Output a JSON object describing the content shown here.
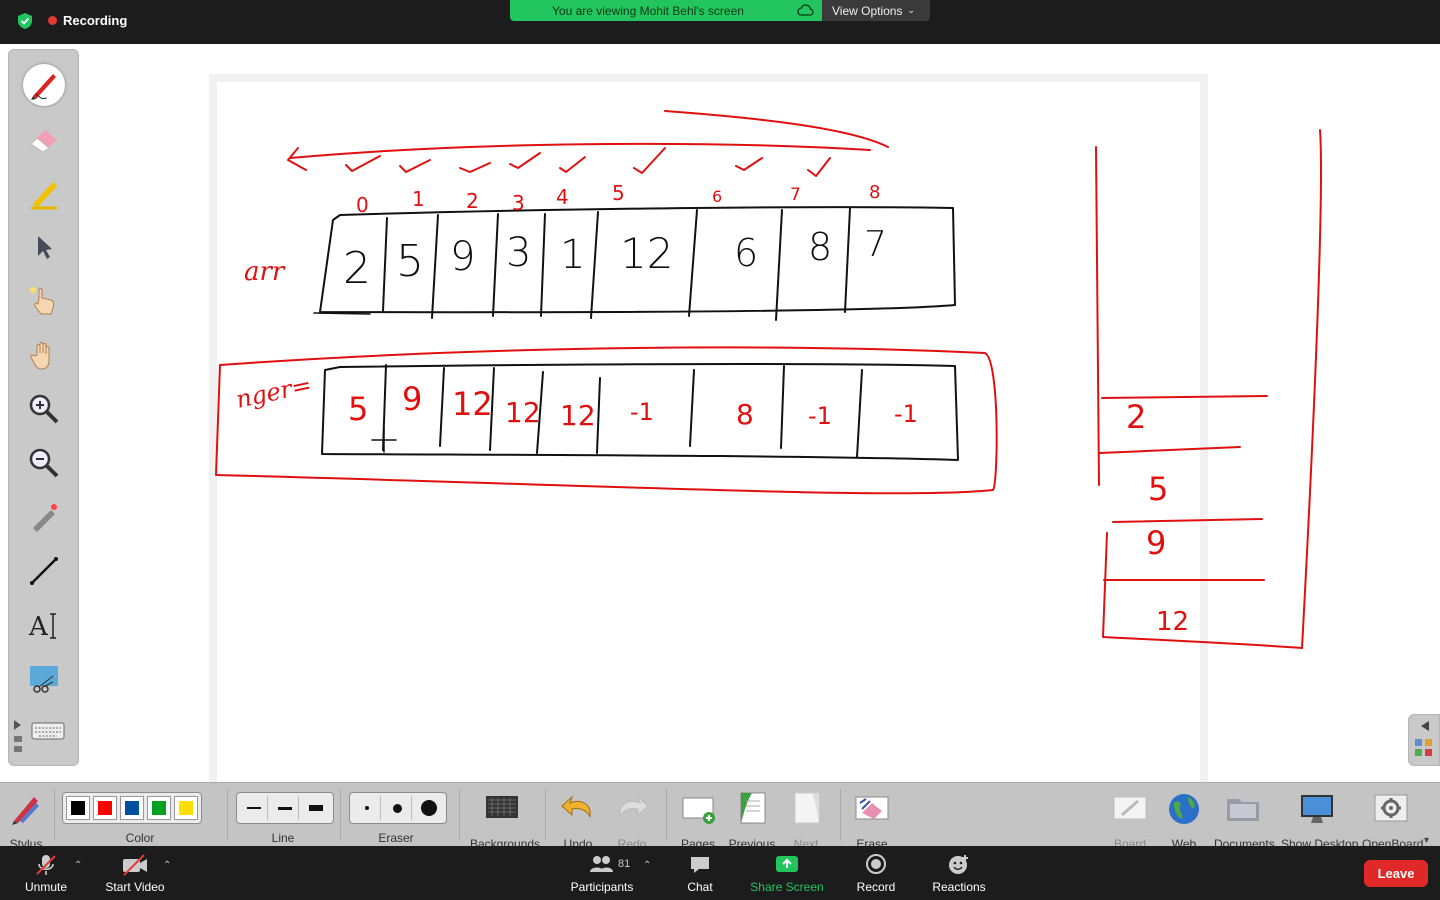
{
  "topbar": {
    "recording_label": "Recording",
    "viewing_text": "You are viewing Mohit Behl's screen",
    "view_options_label": "View Options"
  },
  "whiteboard": {
    "indices": [
      "0",
      "1",
      "2",
      "3",
      "4",
      "5",
      "6",
      "7",
      "8"
    ],
    "arr_label": "arr",
    "arr_values": [
      "2",
      "5",
      "9",
      "3",
      "1",
      "12",
      "6",
      "8",
      "7"
    ],
    "nger_label": "nger=",
    "nger_values": [
      "5",
      "9",
      "12",
      "12",
      "12",
      "-1",
      "8",
      "-1",
      "-1"
    ],
    "stack_values": [
      "2",
      "5",
      "9",
      "12"
    ],
    "pen_color": "#e01010"
  },
  "wbbar": {
    "stylus": "Stylus",
    "color": "Color",
    "line": "Line",
    "eraser": "Eraser",
    "backgrounds": "Backgrounds",
    "undo": "Undo",
    "redo": "Redo",
    "pages": "Pages",
    "previous": "Previous",
    "next": "Next",
    "erase": "Erase",
    "board": "Board",
    "web": "Web",
    "documents": "Documents",
    "show_desktop": "Show Desktop",
    "openboard": "OpenBoard",
    "colors": [
      "#000000",
      "#ff0000",
      "#0050a0",
      "#00a020",
      "#ffe000"
    ]
  },
  "meetbar": {
    "unmute": "Unmute",
    "start_video": "Start Video",
    "participants": "Participants",
    "participants_count": "81",
    "chat": "Chat",
    "share_screen": "Share Screen",
    "record": "Record",
    "reactions": "Reactions",
    "leave": "Leave"
  }
}
